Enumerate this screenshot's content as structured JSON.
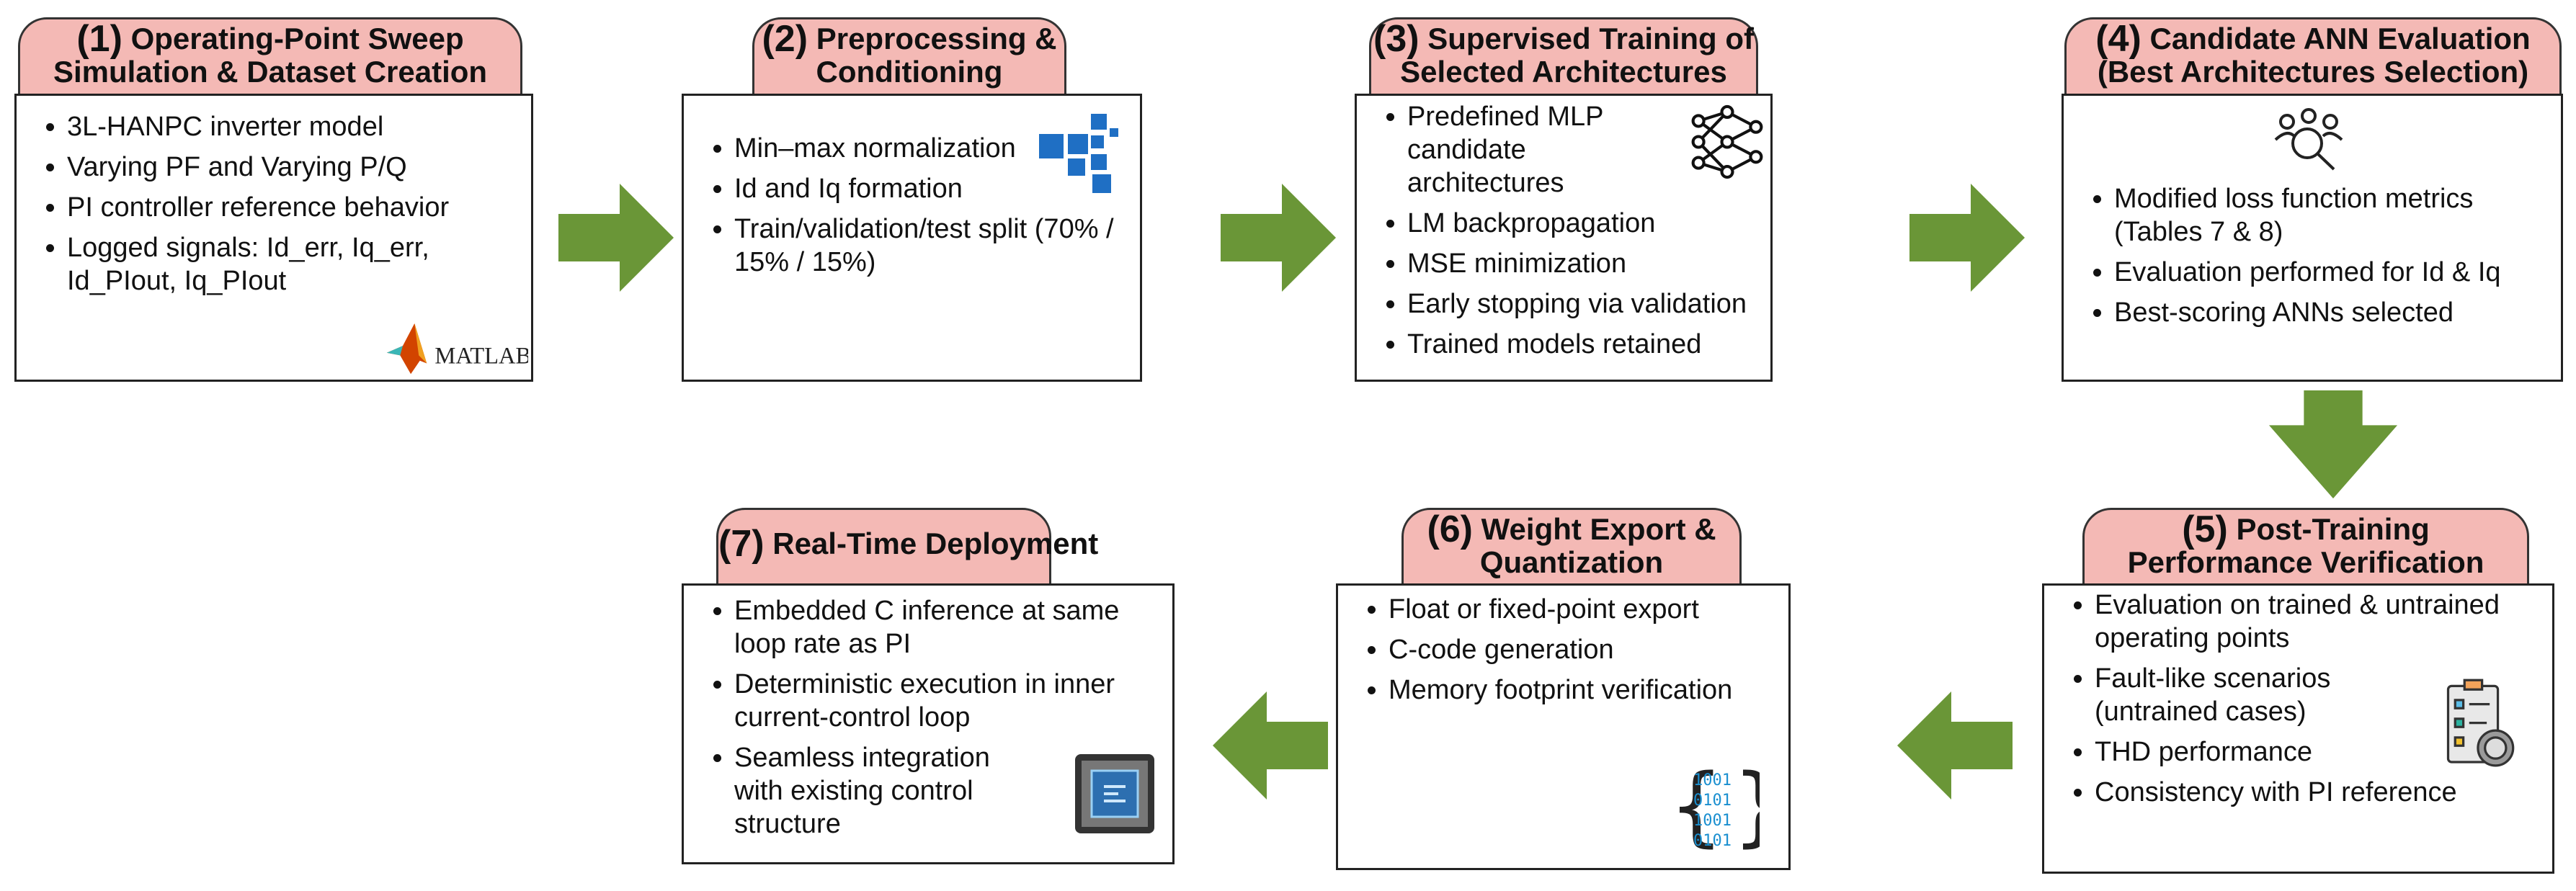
{
  "colors": {
    "header_fill": "#f4b9b5",
    "arrow": "#6a9637",
    "border": "#222222"
  },
  "steps": [
    {
      "num": "(1)",
      "title_a": "Operating-Point Sweep",
      "title_b": "Simulation & Dataset Creation",
      "items": [
        "3L-HANPC inverter model",
        "Varying PF and Varying P/Q",
        "PI controller reference behavior",
        "Logged signals: Id_err, Iq_err, Id_PIout, Iq_PIout"
      ],
      "icon": "matlab-logo",
      "logo_text": "MATLAB"
    },
    {
      "num": "(2)",
      "title_a": "Preprocessing &",
      "title_b": "Conditioning",
      "items": [
        "Min–max normalization",
        "Id and Iq formation",
        "Train/validation/test split (70% / 15% / 15%)"
      ],
      "icon": "data-blocks-icon"
    },
    {
      "num": "(3)",
      "title_a": "Supervised Training of",
      "title_b": "Selected Architectures",
      "items": [
        "Predefined MLP candidate architectures",
        "LM backpropagation",
        "MSE minimization",
        "Early stopping via validation",
        "Trained models retained"
      ],
      "icon": "neural-network-icon"
    },
    {
      "num": "(4)",
      "title_a": "Candidate ANN Evaluation",
      "title_b": "(Best Architectures Selection)",
      "items": [
        "Modified loss function metrics (Tables 7 & 8)",
        "Evaluation performed for Id & Iq",
        "Best-scoring ANNs selected"
      ],
      "icon": "user-search-icon"
    },
    {
      "num": "(5)",
      "title_a": "Post-Training",
      "title_b": "Performance Verification",
      "items": [
        "Evaluation on trained & untrained operating points",
        "Fault-like scenarios (untrained cases)",
        "THD performance",
        "Consistency with PI reference"
      ],
      "icon": "checklist-gauge-icon"
    },
    {
      "num": "(6)",
      "title_a": "Weight Export &",
      "title_b": "Quantization",
      "items": [
        "Float or fixed-point export",
        "C-code generation",
        "Memory footprint verification"
      ],
      "icon": "binary-code-icon"
    },
    {
      "num": "(7)",
      "title_a": "Real-Time Deployment",
      "title_b": "",
      "items": [
        "Embedded C inference at same loop rate as PI",
        "Deterministic execution in inner current-control loop",
        "Seamless integration with existing control structure"
      ],
      "icon": "microchip-icon"
    }
  ]
}
